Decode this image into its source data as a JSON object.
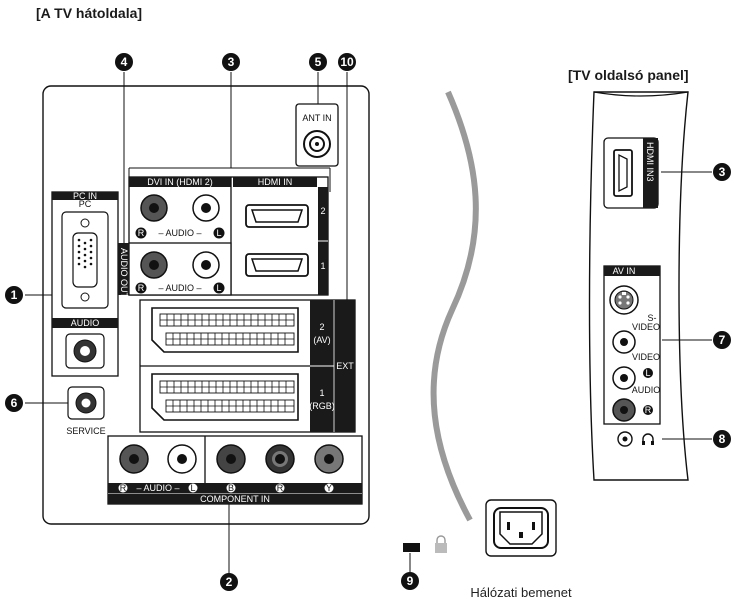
{
  "titles": {
    "rear": "[A TV hátoldala]",
    "side": "[TV oldalsó panel]"
  },
  "rear_panel": {
    "pc_in": "PC IN",
    "pc": "PC",
    "audio": "AUDIO",
    "dvi_in": "DVI IN (HDMI 2)",
    "hdmi_in": "HDMI IN",
    "hdmi_2": "2",
    "hdmi_1": "1",
    "audio_row_dvi": "– AUDIO –",
    "audio_out": "AUDIO OUT",
    "audio_row_out": "– AUDIO –",
    "ant_in": "ANT IN",
    "ext": "EXT",
    "scart_2_num": "2",
    "scart_2_name": "(AV)",
    "scart_1_num": "1",
    "scart_1_name": "(RGB)",
    "service": "SERVICE",
    "component_audio": "– AUDIO –",
    "component_in": "COMPONENT IN",
    "r_badge": "R",
    "l_badge": "L",
    "pb_badge": "B",
    "pr_badge": "R",
    "y_badge": "Y"
  },
  "side_panel": {
    "hdmi_in3": "HDMI IN3",
    "av_in": "AV IN",
    "s_video_1": "S-",
    "s_video_2": "VIDEO",
    "video": "VIDEO",
    "audio": "AUDIO",
    "l_badge": "L",
    "r_badge": "R"
  },
  "power": {
    "label": "Hálózati bemenet"
  },
  "callouts": [
    "1",
    "2",
    "3",
    "4",
    "5",
    "6",
    "7",
    "8",
    "9",
    "10"
  ],
  "colors": {
    "line": "#111111",
    "panel_fill": "#ffffff",
    "band": "#1a1a1a"
  }
}
